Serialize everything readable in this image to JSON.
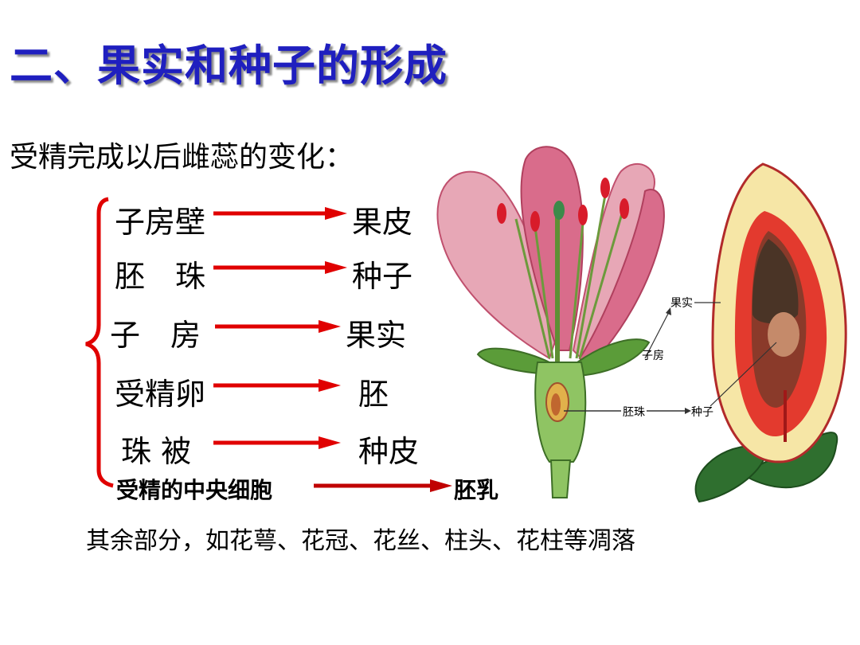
{
  "title": "二、果实和种子的形成",
  "subtitle": "受精完成以后雌蕊的变化：",
  "mappings": [
    {
      "from": "子房壁",
      "to": "果皮"
    },
    {
      "from": "胚　珠",
      "to": "种子"
    },
    {
      "from": "子　房",
      "to": "果实"
    },
    {
      "from": "受精卵",
      "to": "胚"
    },
    {
      "from": "珠  被",
      "to": "种皮"
    },
    {
      "from": "受精的中央细胞",
      "to": "胚乳"
    }
  ],
  "footer": "其余部分，如花萼、花冠、花丝、柱头、花柱等凋落",
  "diagram_labels": {
    "fruit": "果实",
    "ovary": "子房",
    "ovule": "胚珠",
    "seed": "种子"
  },
  "colors": {
    "title": "#1f1fbf",
    "arrow": "#e00000",
    "brace": "#e00000"
  }
}
